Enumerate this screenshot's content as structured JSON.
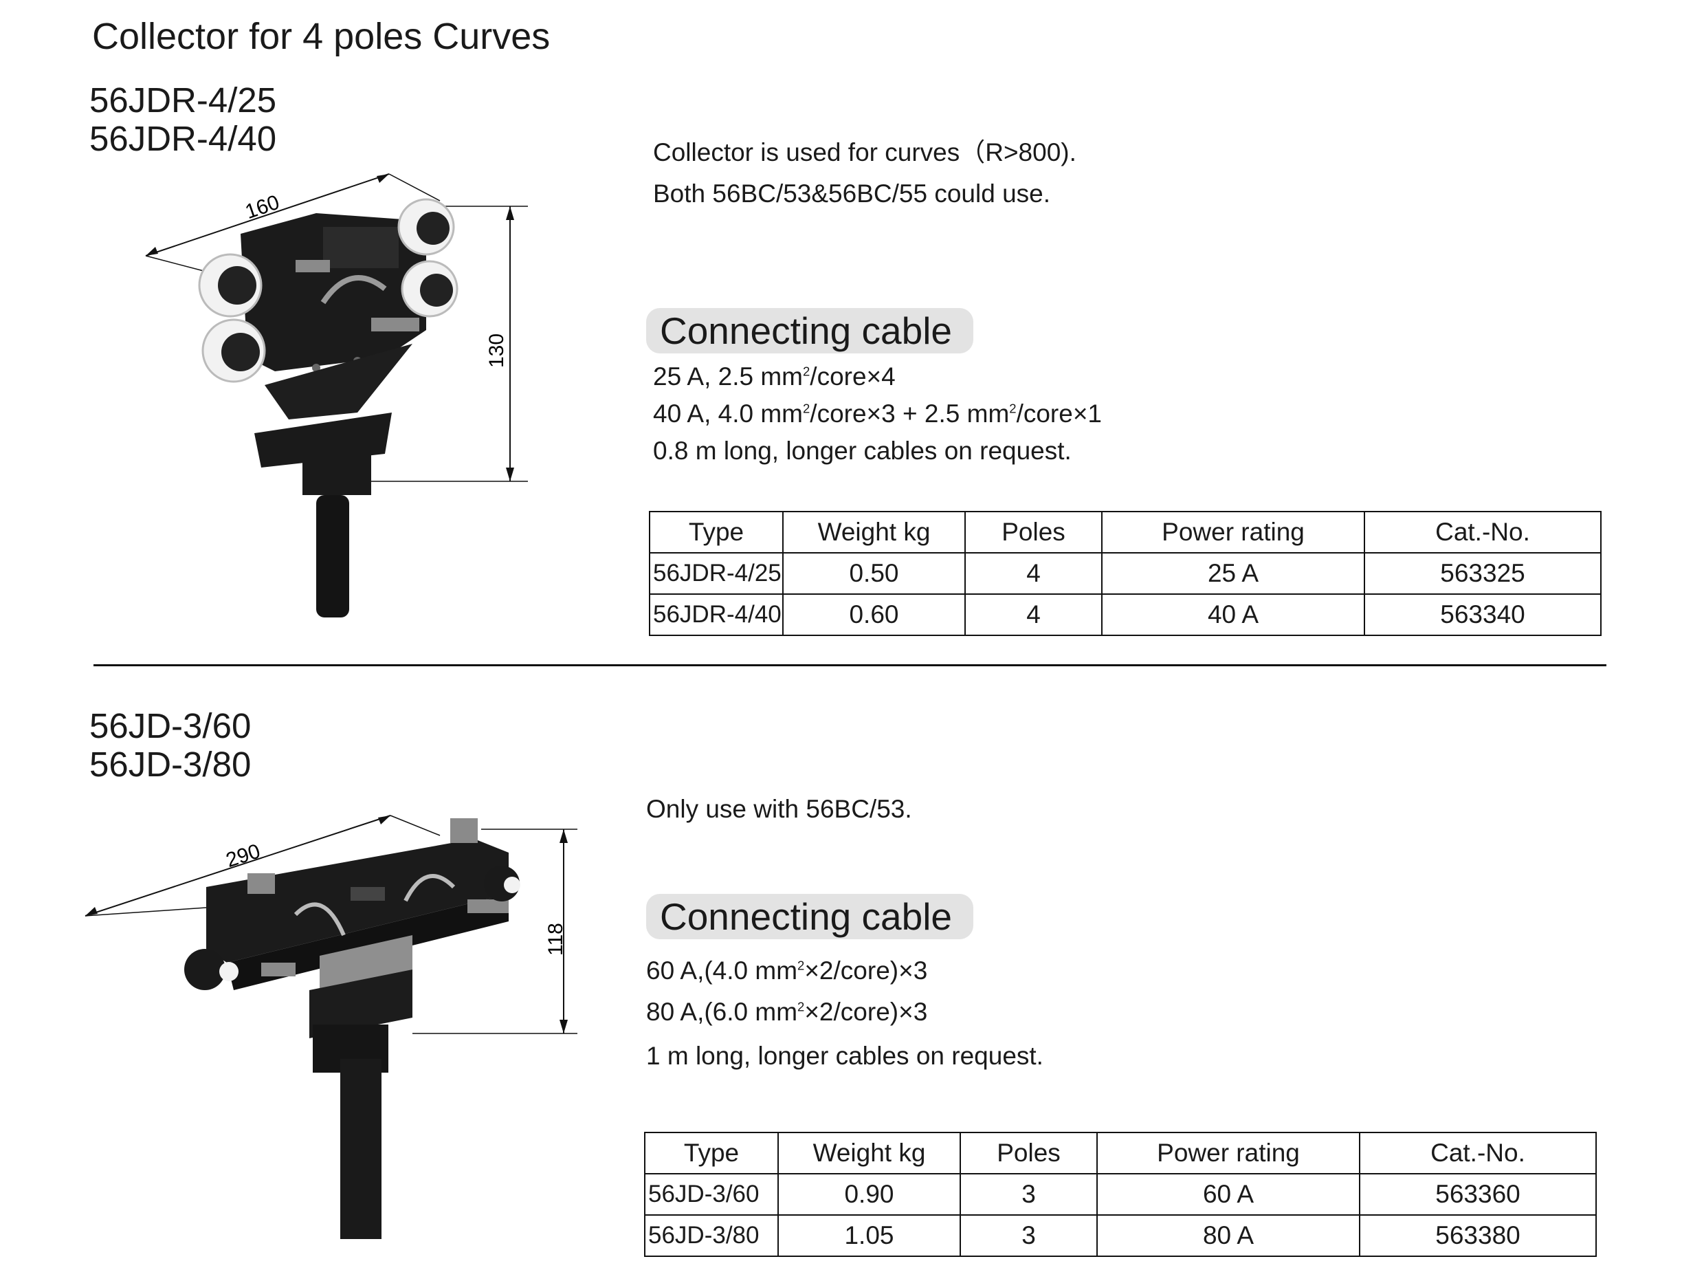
{
  "page_title": "Collector for 4 poles Curves",
  "sections": [
    {
      "models": [
        "56JDR-4/25",
        "56JDR-4/40"
      ],
      "notes": [
        "Collector is used for curves（R>800).",
        "Both 56BC/53&56BC/55 could use."
      ],
      "cable_heading": "Connecting cable",
      "cable_lines": [
        {
          "prefix": "25 A, 2.5 mm",
          "sup": "2",
          "suffix": "/core×4",
          "sup2": "",
          "suffix2": ""
        },
        {
          "prefix": "40 A, 4.0 mm",
          "sup": "2",
          "suffix": "/core×3 + 2.5 mm",
          "sup2": "2",
          "suffix2": "/core×1"
        }
      ],
      "cable_length": "0.8 m long, longer cables on request.",
      "dim_width": "160",
      "dim_height": "130",
      "table": {
        "headers": [
          "Type",
          "Weight kg",
          "Poles",
          "Power rating",
          "Cat.-No."
        ],
        "rows": [
          [
            "56JDR-4/25",
            "0.50",
            "4",
            "25 A",
            "563325"
          ],
          [
            "56JDR-4/40",
            "0.60",
            "4",
            "40 A",
            "563340"
          ]
        ]
      }
    },
    {
      "models": [
        "56JD-3/60",
        "56JD-3/80"
      ],
      "notes": [
        "Only use with 56BC/53."
      ],
      "cable_heading": "Connecting cable",
      "cable_lines": [
        {
          "prefix": "60 A,(4.0 mm",
          "sup": "2",
          "suffix": "×2/core)×3",
          "sup2": "",
          "suffix2": ""
        },
        {
          "prefix": "80 A,(6.0 mm",
          "sup": "2",
          "suffix": "×2/core)×3",
          "sup2": "",
          "suffix2": ""
        }
      ],
      "cable_length": "1 m long, longer cables on request.",
      "dim_width": "290",
      "dim_height": "118",
      "table": {
        "headers": [
          "Type",
          "Weight kg",
          "Poles",
          "Power rating",
          "Cat.-No."
        ],
        "rows": [
          [
            "56JD-3/60",
            "0.90",
            "3",
            "60 A",
            "563360"
          ],
          [
            "56JD-3/80",
            "1.05",
            "3",
            "80 A",
            "563380"
          ]
        ]
      }
    }
  ]
}
